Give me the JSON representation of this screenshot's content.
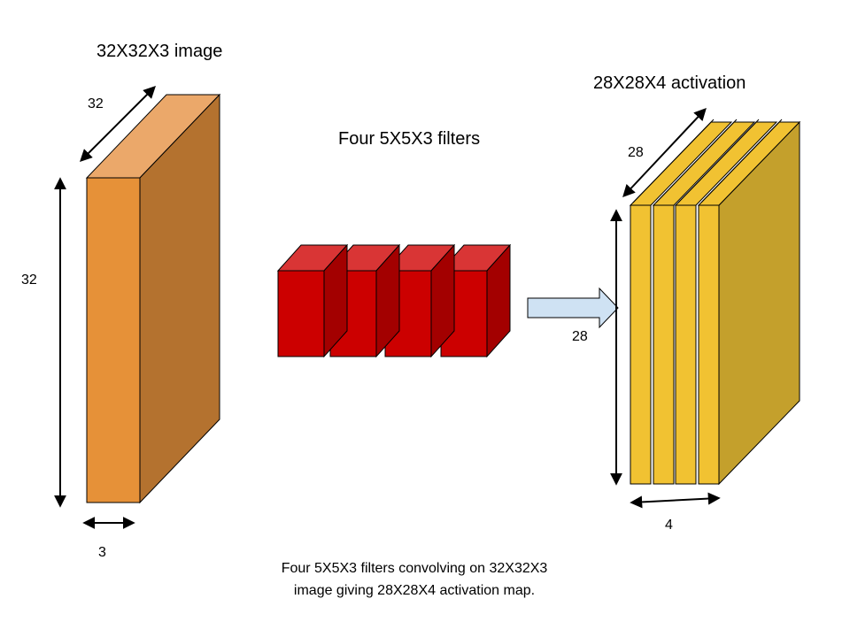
{
  "image_block": {
    "title": "32X32X3 image",
    "width_label": "32",
    "height_label": "32",
    "depth_label": "3",
    "colors": {
      "front": "#E69138",
      "top": "#EBA86A",
      "side": "#B4722F"
    }
  },
  "filters_block": {
    "title": "Four 5X5X3 filters",
    "count": 4,
    "colors": {
      "front": "#CC0000",
      "top": "#D93535",
      "side": "#A30000"
    }
  },
  "arrow": {
    "color": "#CFE2F3",
    "icon": "right-arrow-icon"
  },
  "activation_block": {
    "title": "28X28X4 activation",
    "width_label": "28",
    "height_label": "28",
    "depth_label": "4",
    "slices": 4,
    "colors": {
      "front": "#F1C232",
      "top": "#F1C232",
      "side": "#C4A02C"
    }
  },
  "caption": {
    "line1": "Four 5X5X3 filters convolving on 32X32X3",
    "line2": "image giving 28X28X4 activation map."
  }
}
